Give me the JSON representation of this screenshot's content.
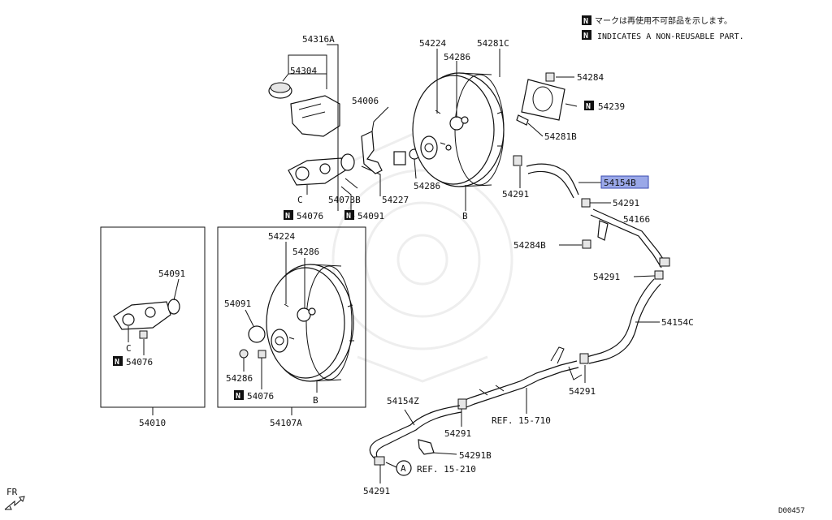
{
  "notice": {
    "line1": "マークは再使用不可部品を示します。",
    "line2": "INDICATES A NON-REUSABLE PART.",
    "n_mark": "N"
  },
  "parts": {
    "p54316A": "54316A",
    "p54304": "54304",
    "p54006": "54006",
    "p54224_top": "54224",
    "p54286_top": "54286",
    "p54281C": "54281C",
    "p54284": "54284",
    "p54239": "54239",
    "p54281B": "54281B",
    "p54286_mid": "54286",
    "p54227": "54227",
    "p54073B": "54073B",
    "p54076_top": "54076",
    "p54091_top": "54091",
    "p54291_a": "54291",
    "p54154B": "54154B",
    "p54291_b": "54291",
    "p54166": "54166",
    "p54284B": "54284B",
    "p54291_c": "54291",
    "p54154C": "54154C",
    "p54291_d": "54291",
    "p54154Z": "54154Z",
    "p54291_e": "54291",
    "p54291B": "54291B",
    "p54291_f": "54291",
    "ref1": "REF. 15-710",
    "ref2": "REF. 15-210",
    "ref_circle": "A",
    "box1_54091": "54091",
    "box1_c": "C",
    "box1_54076": "54076",
    "box1_title": "54010",
    "box2_54224": "54224",
    "box2_54286": "54286",
    "box2_54091": "54091",
    "box2_54286b": "54286",
    "box2_54076": "54076",
    "box2_b": "B",
    "box2_title": "54107A",
    "label_c": "C",
    "label_b": "B"
  },
  "footer": {
    "fr": "FR",
    "code": "D00457"
  },
  "highlight_color": "#9aa8e8"
}
